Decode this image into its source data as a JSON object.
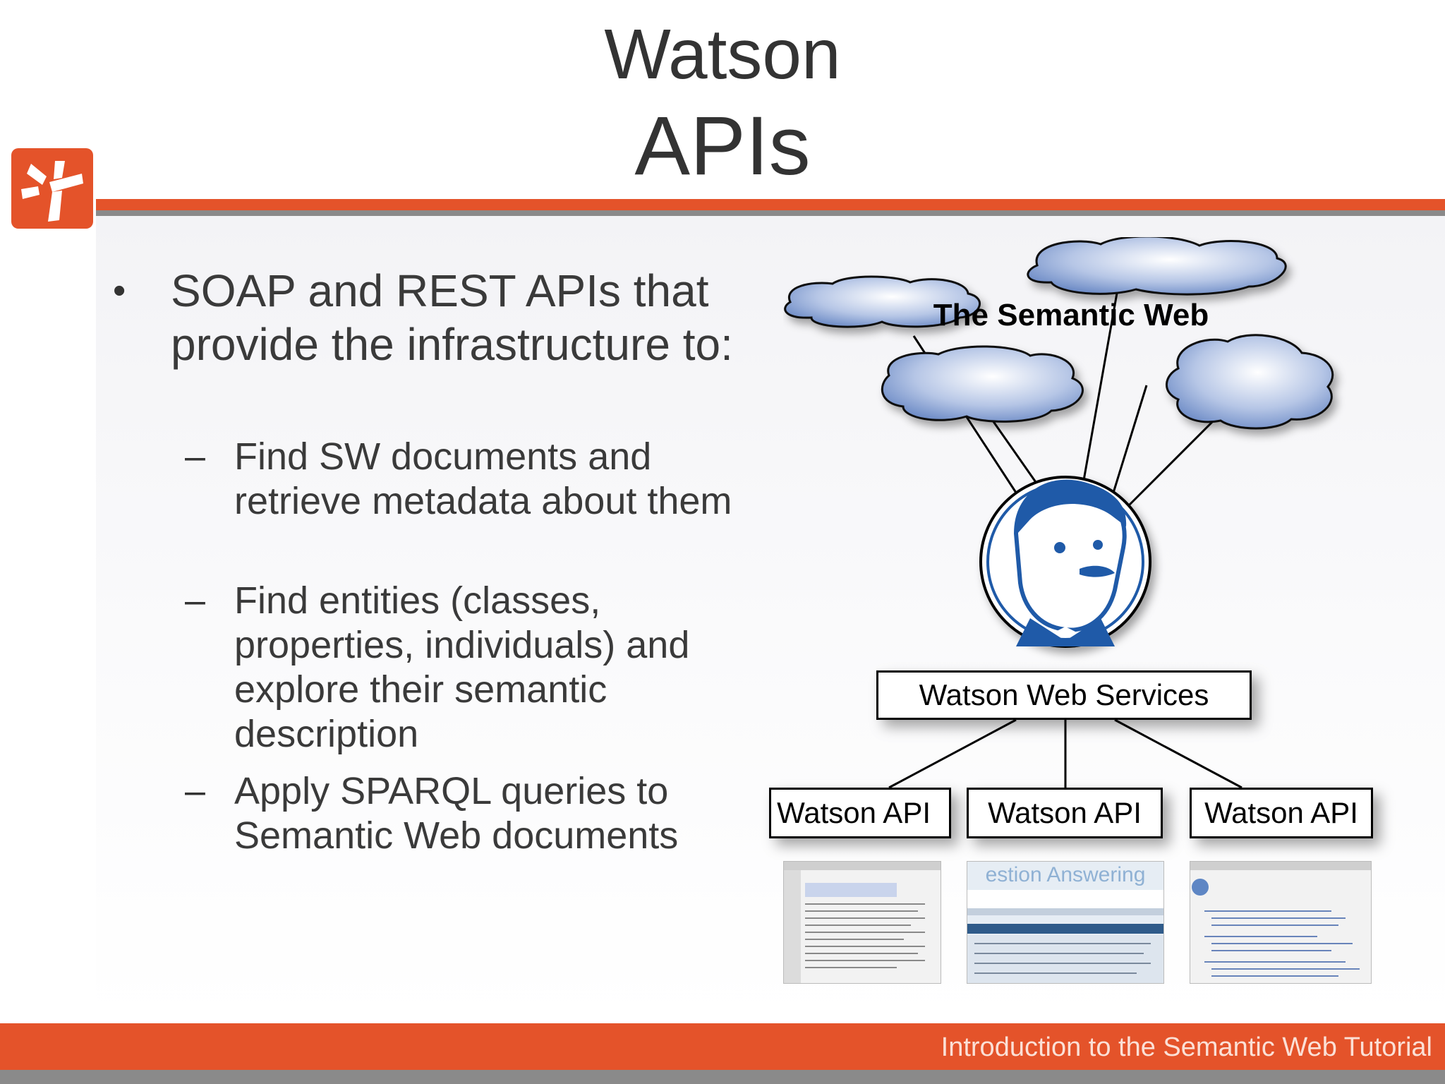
{
  "slide": {
    "title_line1": "Watson",
    "title_line2": "APIs",
    "bullet": "SOAP and REST APIs that provide the infrastructure to:",
    "subitems": [
      "Find SW documents and retrieve metadata about them",
      "Find entities (classes, properties, individuals) and explore their semantic description",
      "Apply SPARQL queries to Semantic Web documents"
    ],
    "footer": "Introduction to the Semantic Web Tutorial"
  },
  "diagram": {
    "semantic_web_label": "The Semantic Web",
    "services_label": "Watson Web Services",
    "api_labels": [
      "Watson API",
      "Watson API",
      "Watson API"
    ],
    "screenshot_title": "estion Answering"
  },
  "colors": {
    "accent": "#e4532a",
    "gray": "#8a8a8a",
    "cloud": "#6f8fc8",
    "watson_blue": "#1f5aa8"
  }
}
